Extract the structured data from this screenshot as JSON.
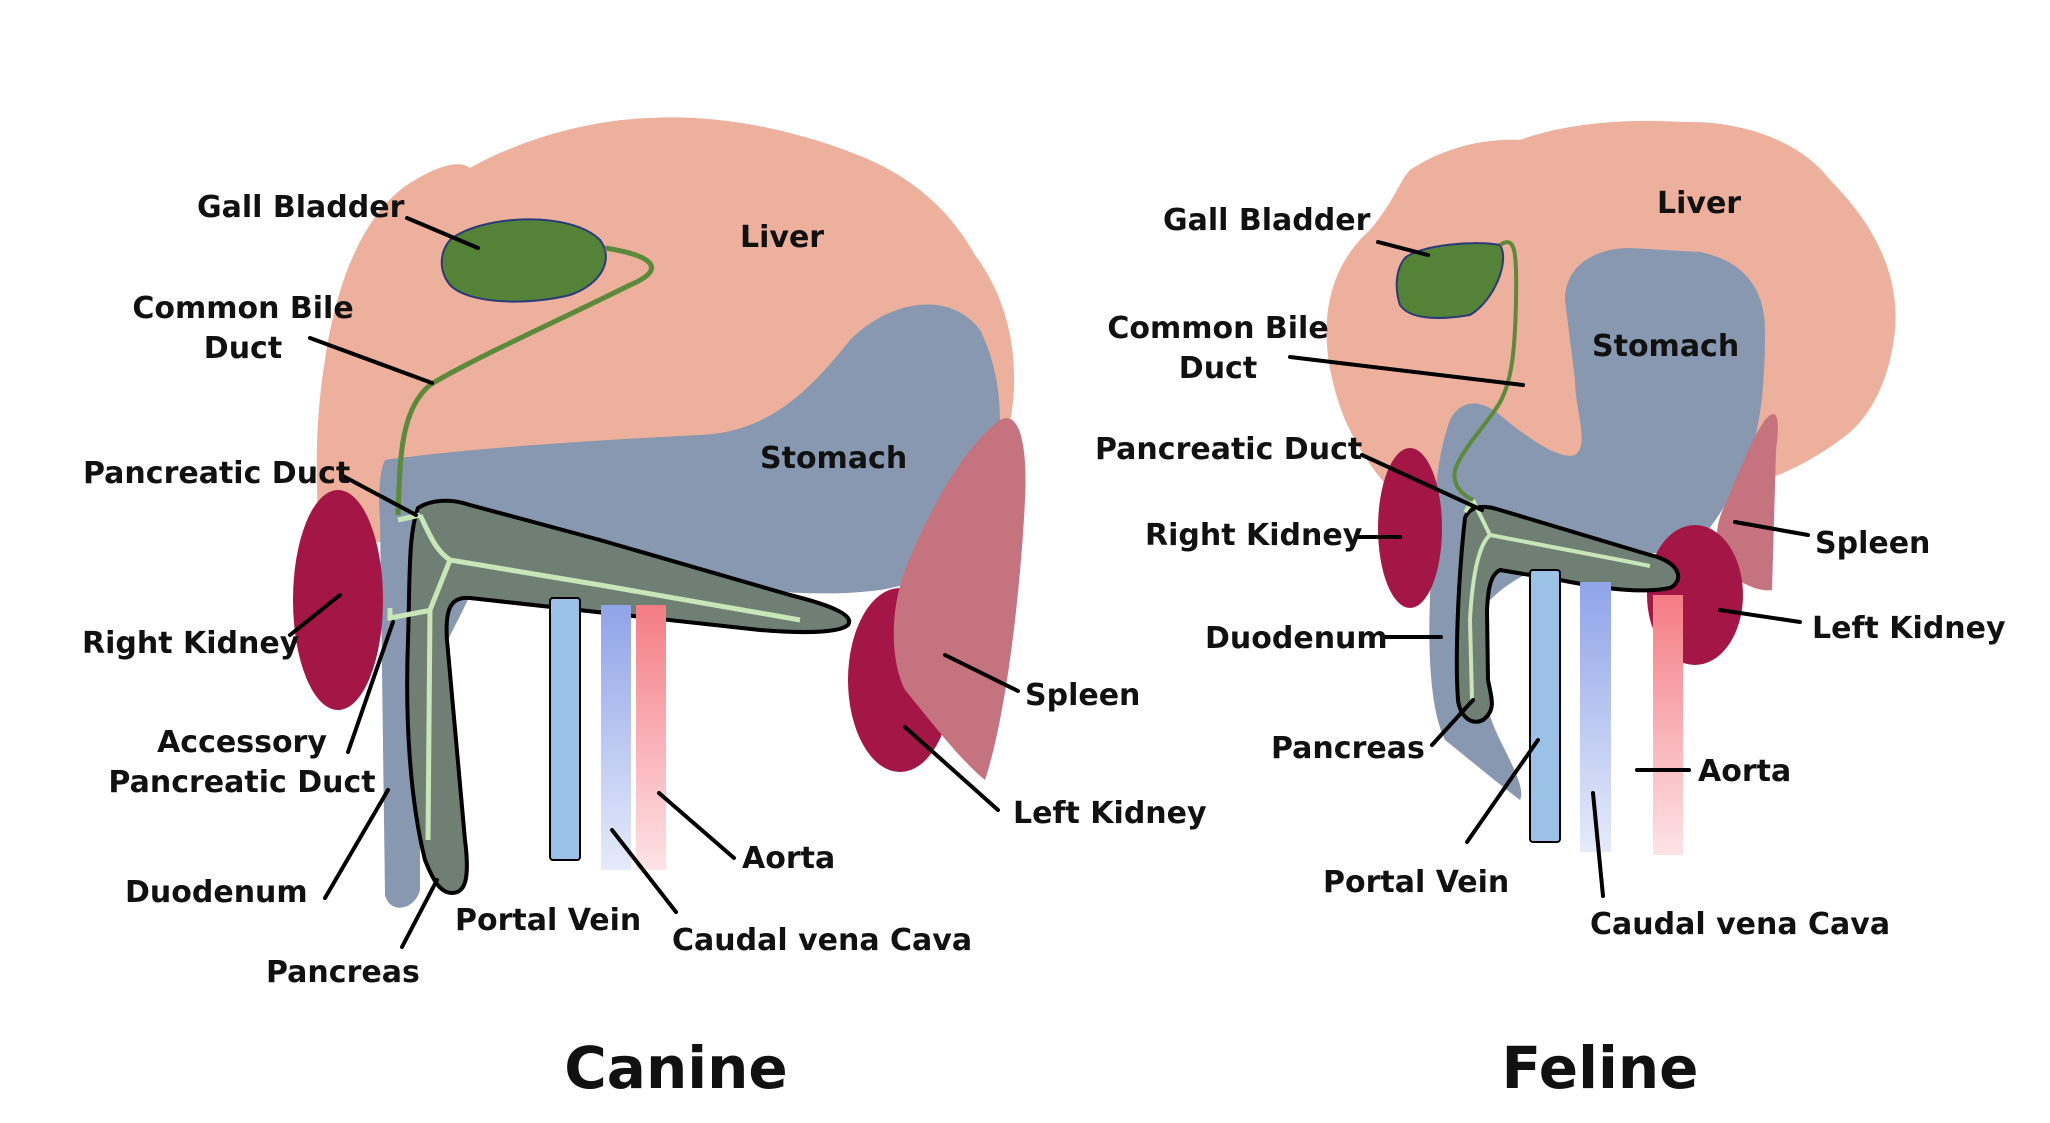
{
  "colors": {
    "liver": "#edb09c",
    "stomach": "#8798b0",
    "kidney": "#a31646",
    "spleen": "#c5737e",
    "gall_bladder": "#548236",
    "bile_duct": "#5b8a3a",
    "pancreas": "#6f7f74",
    "pancreatic_duct": "#c8e6b8",
    "portal_vein": "#9bc2e6",
    "aorta": "#f47c84",
    "vena_cava": "#8fa3e8"
  },
  "canine": {
    "title": "Canine",
    "labels": {
      "gall_bladder": "Gall Bladder",
      "liver": "Liver",
      "common_bile_duct_1": "Common Bile",
      "common_bile_duct_2": "Duct",
      "stomach": "Stomach",
      "pancreatic_duct": "Pancreatic Duct",
      "right_kidney": "Right Kidney",
      "accessory_pancreatic_duct_1": "Accessory",
      "accessory_pancreatic_duct_2": "Pancreatic Duct",
      "duodenum": "Duodenum",
      "pancreas": "Pancreas",
      "portal_vein": "Portal Vein",
      "aorta": "Aorta",
      "caudal_vena_cava": "Caudal vena Cava",
      "spleen": "Spleen",
      "left_kidney": "Left Kidney"
    }
  },
  "feline": {
    "title": "Feline",
    "labels": {
      "gall_bladder": "Gall Bladder",
      "liver": "Liver",
      "common_bile_duct_1": "Common Bile",
      "common_bile_duct_2": "Duct",
      "stomach": "Stomach",
      "pancreatic_duct": "Pancreatic Duct",
      "right_kidney": "Right Kidney",
      "spleen": "Spleen",
      "left_kidney": "Left Kidney",
      "duodenum": "Duodenum",
      "aorta": "Aorta",
      "pancreas": "Pancreas",
      "portal_vein": "Portal Vein",
      "caudal_vena_cava": "Caudal vena Cava"
    }
  }
}
